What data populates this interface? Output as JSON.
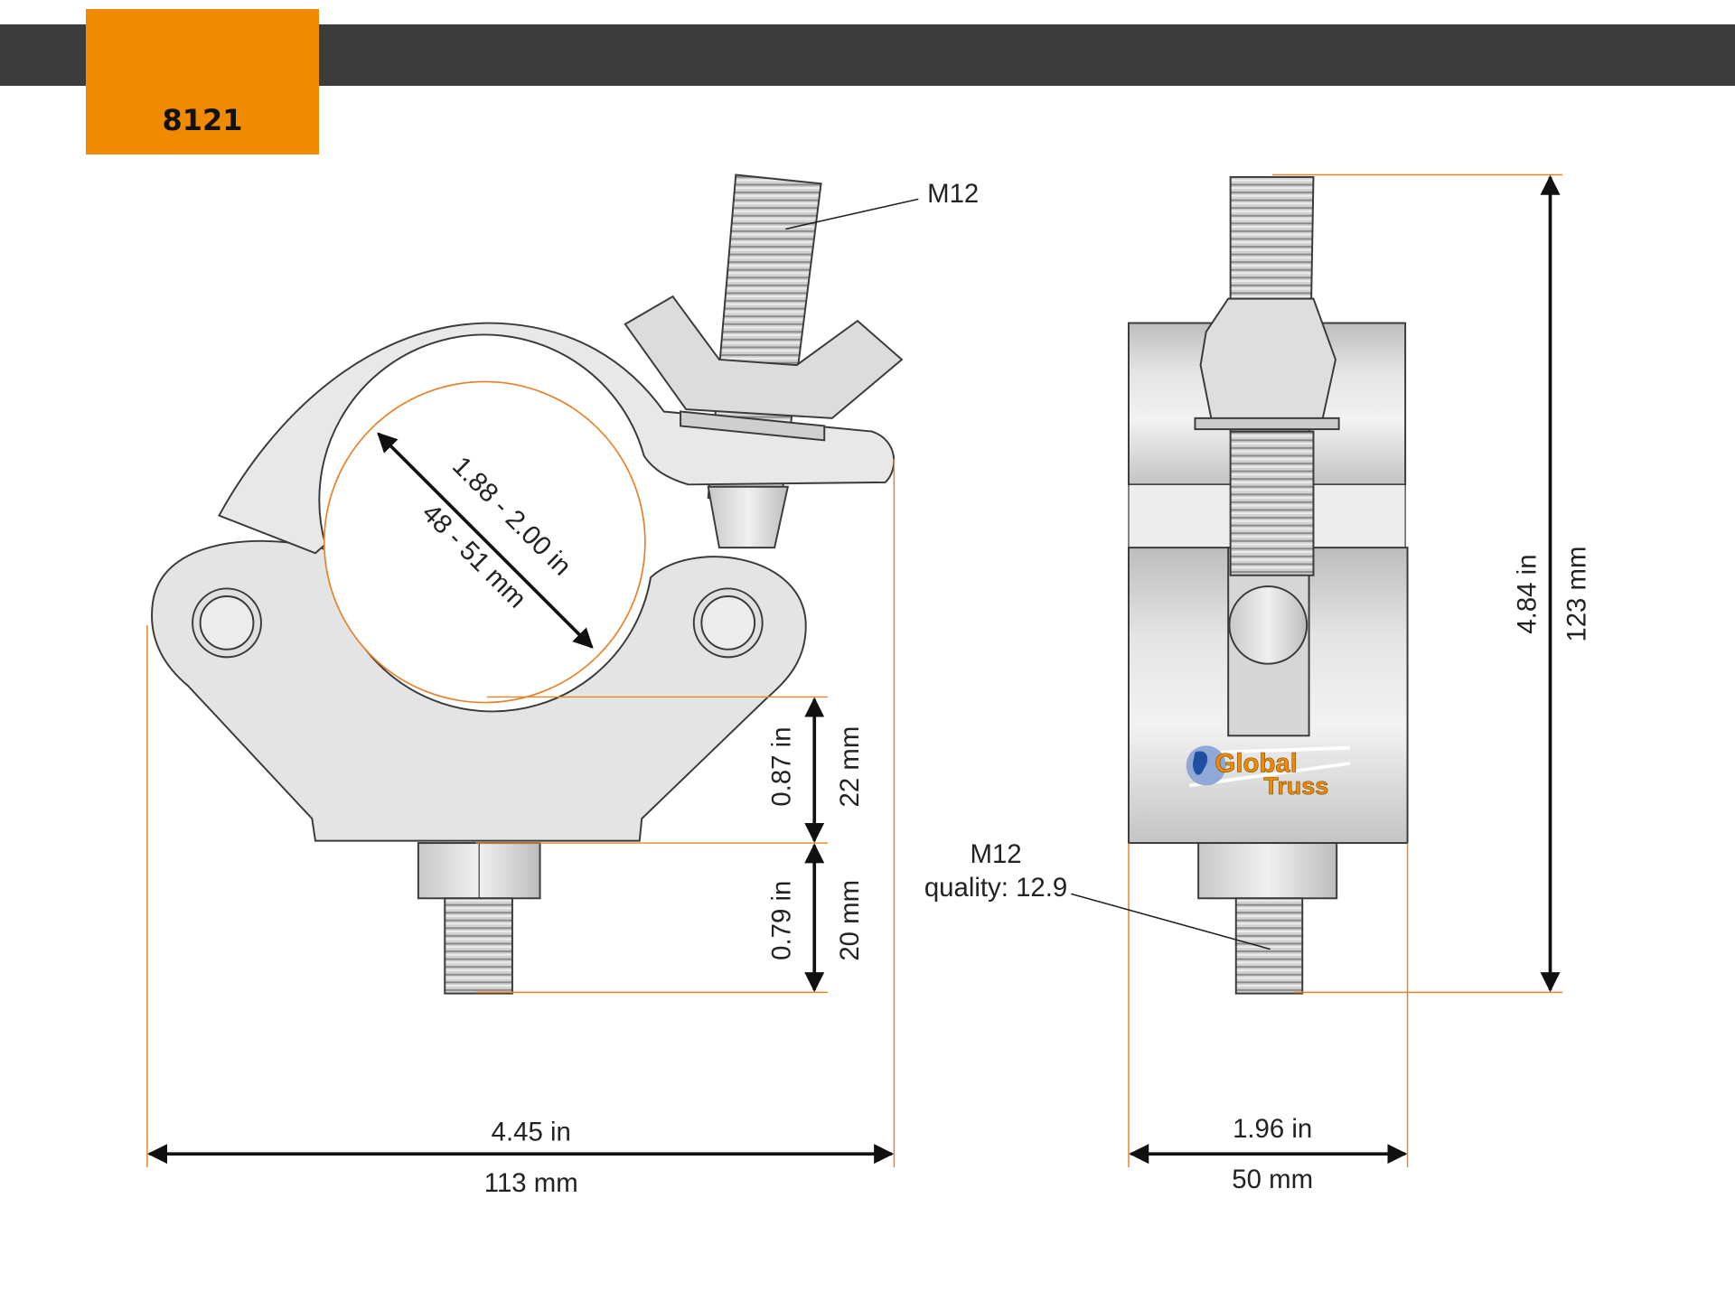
{
  "header": {
    "product_code": "8121",
    "bar_color": "#3c3c3c",
    "accent_color": "#f08a00"
  },
  "side_view": {
    "bolt_label": "M12",
    "inner_diameter_in": "1.88 - 2.00 in",
    "inner_diameter_mm": "48 - 51 mm",
    "jaw_height_in": "0.87 in",
    "jaw_height_mm": "22 mm",
    "bolt_protrusion_in": "0.79 in",
    "bolt_protrusion_mm": "20 mm",
    "width_in": "4.45 in",
    "width_mm": "113 mm"
  },
  "front_view": {
    "bolt_label": "M12",
    "bolt_quality": "quality: 12.9",
    "height_in": "4.84 in",
    "height_mm": "123 mm",
    "width_in": "1.96 in",
    "width_mm": "50 mm",
    "logo_line1": "Global",
    "logo_line2": "Truss"
  }
}
